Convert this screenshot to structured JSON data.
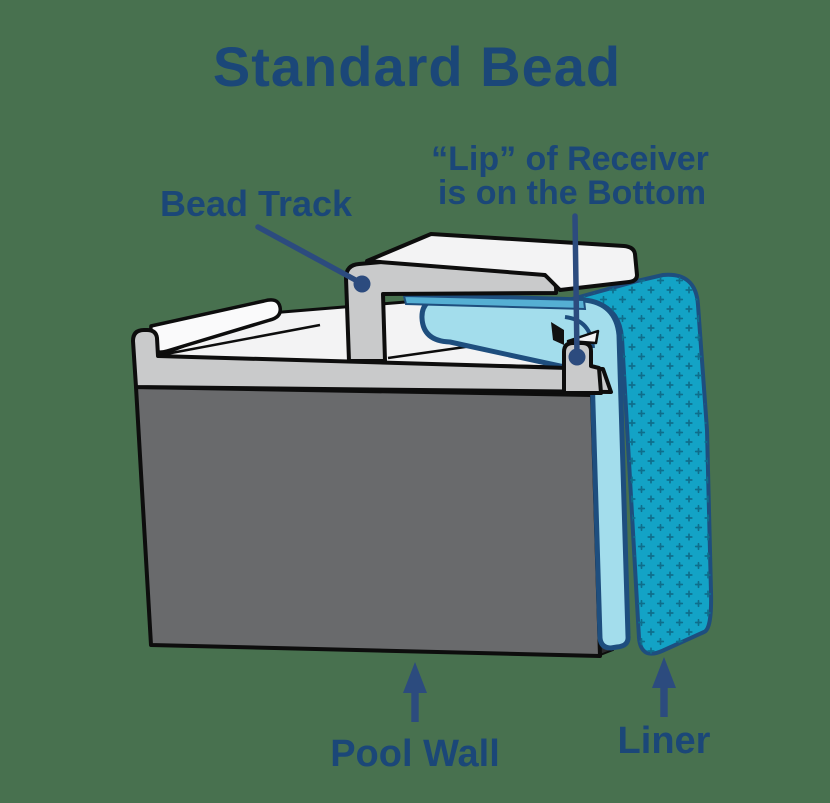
{
  "title": "Standard Bead",
  "labels": {
    "bead_track": "Bead Track",
    "lip_line1": "“Lip” of Receiver",
    "lip_line2": "is on the Bottom",
    "pool_wall": "Pool Wall",
    "liner": "Liner"
  },
  "colors": {
    "background": "#48714F",
    "text_navy": "#1B4778",
    "callout_navy": "#2C4B7E",
    "liner_teal": "#13A3C6",
    "liner_outline": "#1E4E7E",
    "bead_cyan": "#A3DDEC",
    "bead_cyan_dark": "#55AFD3",
    "pattern_plus": "#0E6E8C",
    "track_gray": "#C9CACB",
    "surface_white": "#F3F3F4",
    "ridge_white": "#FAFAFB",
    "wall_gray": "#696A6C",
    "wall_side_dark": "#2A2B2D",
    "outline_black": "#0D0D0D"
  }
}
